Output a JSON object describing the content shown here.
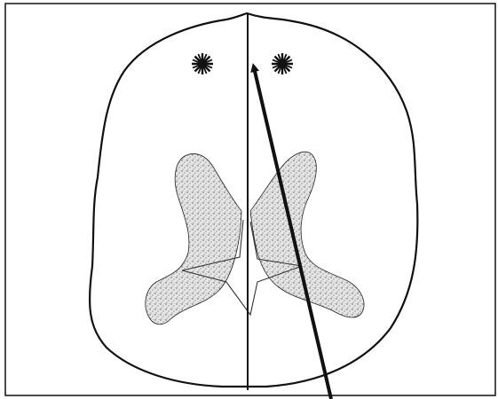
{
  "diagram": {
    "type": "axial brain section schematic",
    "marker_symbol": "asterisk",
    "markers": [
      {
        "name": "asterisk-left"
      },
      {
        "name": "asterisk-right"
      }
    ],
    "colors": {
      "ink": "#111111",
      "ventricle_fill": "#e4e4e4",
      "background": "#ffffff"
    }
  }
}
